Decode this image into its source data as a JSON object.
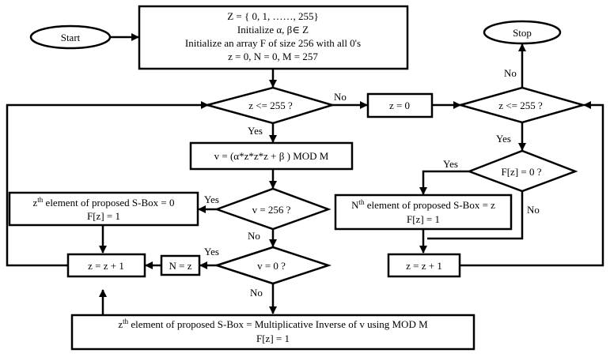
{
  "nodes": {
    "start": "Start",
    "init": {
      "l1": "Z = { 0, 1, ……, 255}",
      "l2": "Initialize α, β∈ Z",
      "l3": "Initialize an array F of size 256 with all 0's",
      "l4": "z = 0, N = 0, M = 257"
    },
    "cond1": "z <= 255 ?",
    "compute_v": "v =  (α*z*z*z + β ) MOD M",
    "cond_v256": "v = 256 ?",
    "cond_v0": "v = 0 ?",
    "sbox_zero": {
      "pre": "z",
      "sup": "th",
      "post": " element of proposed S-Box = 0",
      "l2": "F[z] = 1"
    },
    "assign_n": "N = z",
    "inc_z_left": "z = z + 1",
    "sbox_inverse": {
      "pre": "z",
      "sup": "th",
      "post": " element of proposed S-Box = Multiplicative  Inverse of v using MOD M",
      "l2": "F[z] = 1"
    },
    "reset_z": "z = 0",
    "cond2": "z <= 255 ?",
    "stop": "Stop",
    "cond_fz": "F[z] = 0 ?",
    "sbox_n": {
      "pre": "N",
      "sup": "th",
      "post": " element of proposed S-Box = z",
      "l2": "F[z] = 1"
    },
    "inc_z_right": "z = z + 1"
  },
  "edge_labels": {
    "cond1_no": "No",
    "cond1_yes": "Yes",
    "v256_yes": "Yes",
    "v256_no": "No",
    "v0_yes": "Yes",
    "v0_no": "No",
    "cond2_no": "No",
    "cond2_yes": "Yes",
    "fz_yes": "Yes",
    "fz_no": "No"
  }
}
